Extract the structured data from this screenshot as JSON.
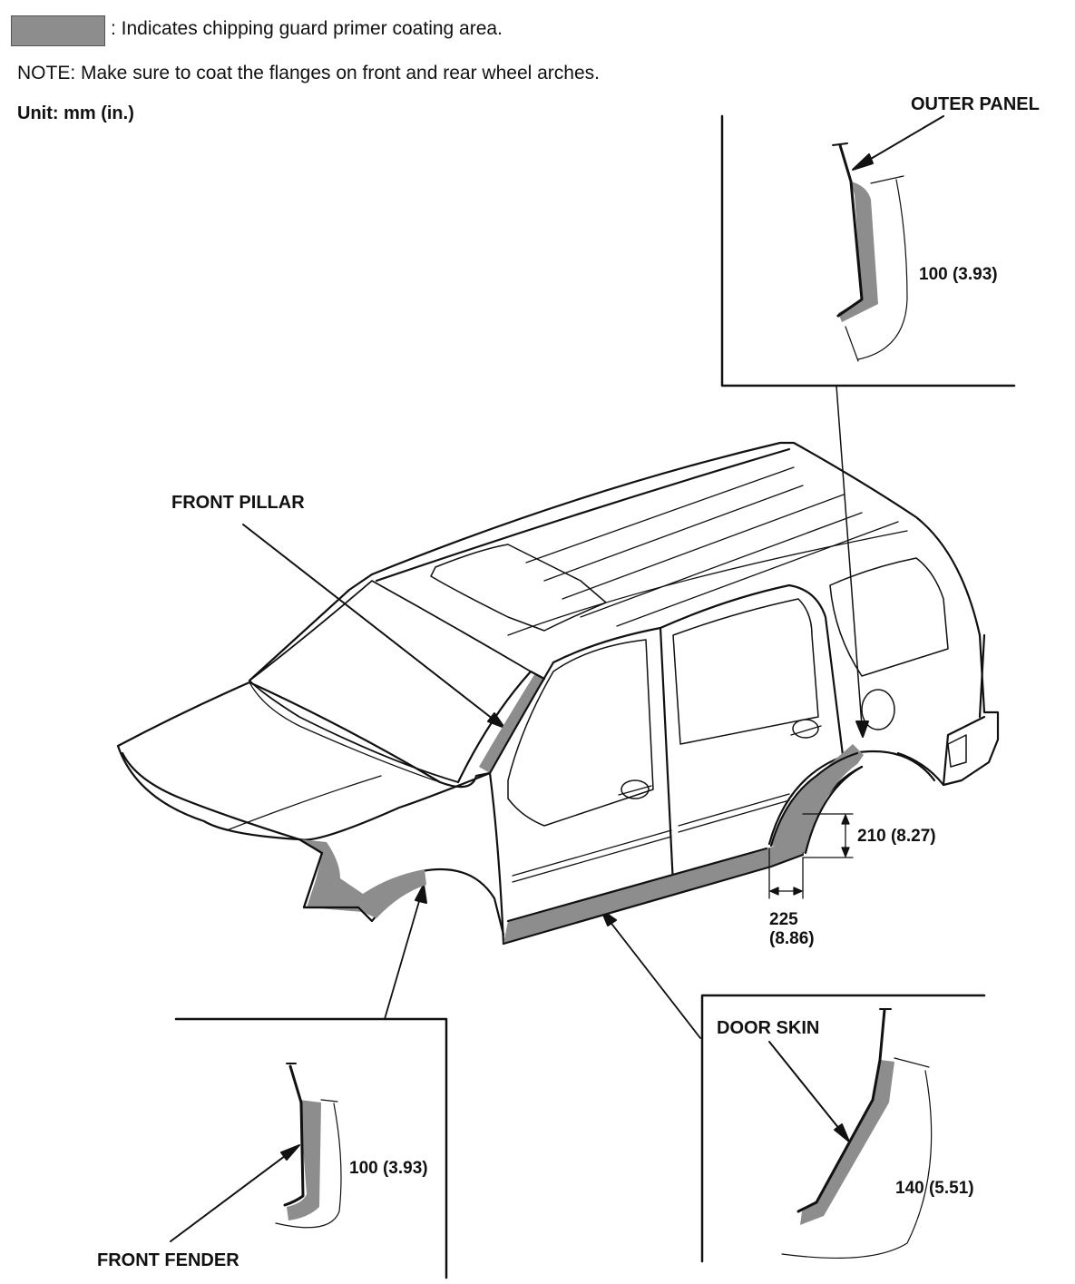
{
  "legend": {
    "swatch_color": "#8d8d8d",
    "text": ": Indicates chipping guard primer coating area."
  },
  "note": "NOTE: Make sure to coat the flanges on front and rear wheel arches.",
  "unit": "Unit: mm (in.)",
  "labels": {
    "outer_panel": "OUTER PANEL",
    "front_pillar": "FRONT PILLAR",
    "door_skin": "DOOR SKIN",
    "front_fender": "FRONT FENDER"
  },
  "dimensions": {
    "outer_panel": "100 (3.93)",
    "rear_arch_height": "210 (8.27)",
    "rear_arch_width_mm": "225",
    "rear_arch_width_in": "(8.86)",
    "front_fender": "100 (3.93)",
    "door_skin": "140 (5.51)"
  },
  "colors": {
    "coating": "#8d8d8d",
    "line": "#111111"
  }
}
